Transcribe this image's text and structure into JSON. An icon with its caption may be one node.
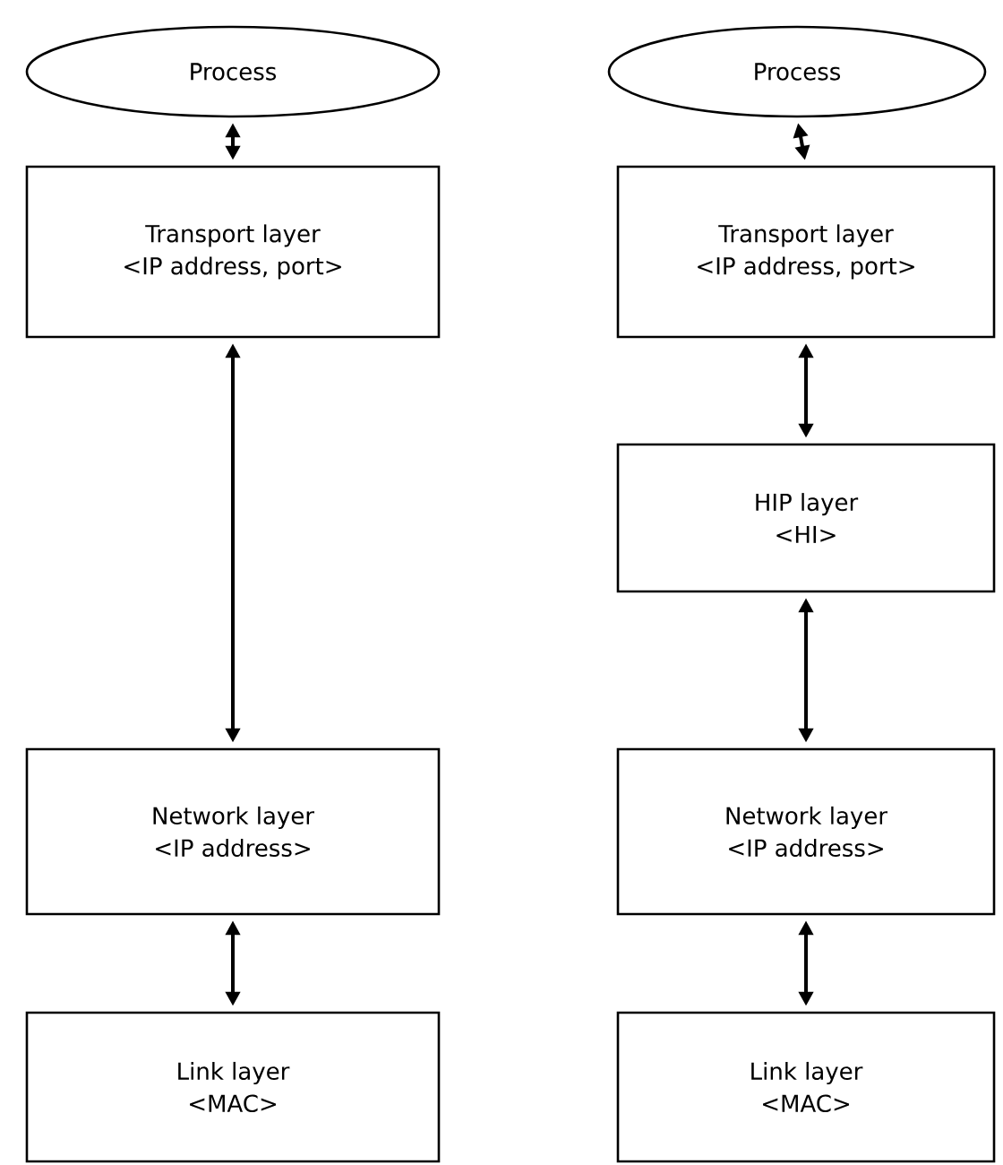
{
  "diagram": {
    "nodes": [
      {
        "text": [
          "Process"
        ]
      },
      {
        "text": [
          "Transport layer",
          "<IP address, port>"
        ]
      },
      {
        "text": [
          "Network layer",
          "<IP address>"
        ]
      },
      {
        "text": [
          "Link layer",
          "<MAC>"
        ]
      },
      {
        "text": [
          "Process"
        ]
      },
      {
        "text": [
          "Transport layer",
          "<IP address, port>"
        ]
      },
      {
        "text": [
          "HIP layer",
          "<HI>"
        ]
      },
      {
        "text": [
          "Network layer",
          "<IP address>"
        ]
      },
      {
        "text": [
          "Link layer",
          "<MAC>"
        ]
      }
    ],
    "edges": [
      {
        "from": 0,
        "to": 1,
        "arrow": "both"
      },
      {
        "from": 1,
        "to": 2,
        "arrow": "both"
      },
      {
        "from": 2,
        "to": 3,
        "arrow": "both"
      },
      {
        "from": 4,
        "to": 5,
        "arrow": "both"
      },
      {
        "from": 5,
        "to": 6,
        "arrow": "both"
      },
      {
        "from": 6,
        "to": 7,
        "arrow": "both"
      },
      {
        "from": 7,
        "to": 8,
        "arrow": "both"
      }
    ]
  }
}
